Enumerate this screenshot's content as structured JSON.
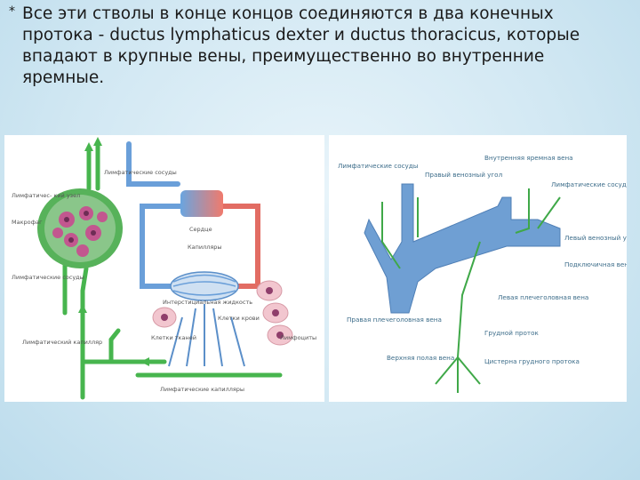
{
  "slide": {
    "bullet": "*",
    "text": "Все эти стволы в конце концов соединяются в два конечных протока - ductus lymphaticus dexter и ductus thoracicus, которые впадают в крупные вены, преимущественно во внутренние яремные."
  },
  "left_diagram": {
    "labels": {
      "lymph_vessel_top": "Лимфатические сосуды",
      "lymph_node": "Лимфатичес- кий узел",
      "macrophage": "Макрофаг",
      "lymph_vessel_left": "Лимфатические сосуды",
      "lymph_capillary_left": "Лимфатический капилляр",
      "heart": "Сердце",
      "capillaries": "Капилляры",
      "interstitial_fluid": "Интерстициальная жидкость",
      "blood_to_lymph": "Клетки крови",
      "tissue_cells": "Клетки тканей",
      "potash": "Лимфоциты",
      "lymph_capillaries_bottom": "Лимфатические капилляры"
    }
  },
  "right_diagram": {
    "labels": {
      "internal_jugular": "Внутренняя яремная вена",
      "lymph_vessels_left": "Лимфатические сосуды",
      "right_venous_angle": "Правый венозный угол",
      "lymph_vessels_right": "Лимфатические сосуды",
      "left_venous_angle": "Левый венозный угол",
      "subclavian": "Подключичная вена",
      "left_brachiocephalic": "Левая плечеголовная вена",
      "right_brachiocephalic": "Правая плечеголовная вена",
      "thoracic_duct": "Грудной проток",
      "superior_vena_cava": "Верхняя полая вена",
      "cisterna": "Цистерна грудного протока"
    }
  },
  "colors": {
    "lymph_green": "#3fb548",
    "vessel_blue": "#6b9fd6",
    "artery_red": "#e06a60",
    "label_blue": "#3d6d8a"
  }
}
